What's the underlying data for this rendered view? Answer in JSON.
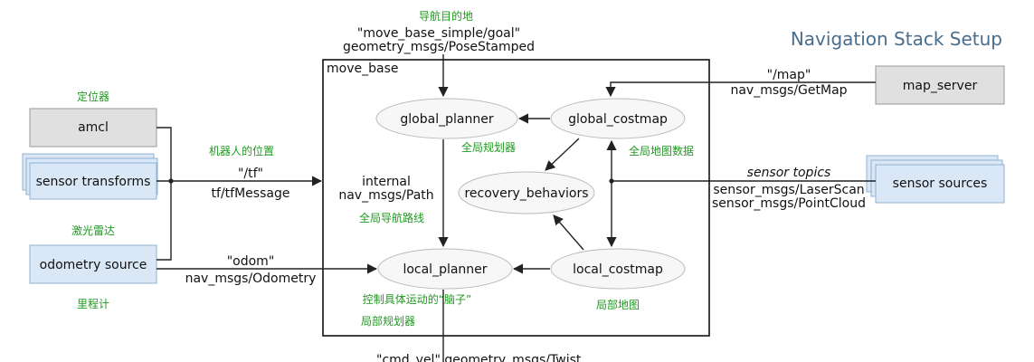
{
  "title": "Navigation Stack Setup",
  "container_label": "move_base",
  "colors": {
    "gray_box": "#e0e0e0",
    "blue_box": "#d9e7f6",
    "title": "#4a6d8c",
    "chinese_annotation": "#1f9a1f",
    "ellipse_fill": "#f7f7f7"
  },
  "nodes": {
    "amcl": "amcl",
    "sensor_transforms": "sensor transforms",
    "odometry_source": "odometry source",
    "map_server": "map_server",
    "sensor_sources": "sensor sources",
    "global_planner": "global_planner",
    "global_costmap": "global_costmap",
    "recovery_behaviors": "recovery_behaviors",
    "local_planner": "local_planner",
    "local_costmap": "local_costmap"
  },
  "edge_labels": {
    "goal_topic": "\"move_base_simple/goal\"",
    "goal_type": "geometry_msgs/PoseStamped",
    "map_topic": "\"/map\"",
    "map_type": "nav_msgs/GetMap",
    "tf_topic": "\"/tf\"",
    "tf_type": "tf/tfMessage",
    "odom_topic": "\"odom\"",
    "odom_type": "nav_msgs/Odometry",
    "internal_1": "internal",
    "internal_2": "nav_msgs/Path",
    "sensor_topics": "sensor topics",
    "laser_type": "sensor_msgs/LaserScan",
    "cloud_type": "sensor_msgs/PointCloud",
    "cmd_vel_partial": "\"cmd_vel\"  geometry_msgs/Twist"
  },
  "annotations": {
    "nav_goal": "导航目的地",
    "localizer": "定位器",
    "robot_pose": "机器人的位置",
    "laser_radar": "激光雷达",
    "odometer": "里程计",
    "global_planner_cn": "全局规划器",
    "global_map_data": "全局地图数据",
    "global_path": "全局导航路线",
    "brain": "控制具体运动的“脑子”",
    "local_planner_cn": "局部规划器",
    "local_map": "局部地图"
  }
}
